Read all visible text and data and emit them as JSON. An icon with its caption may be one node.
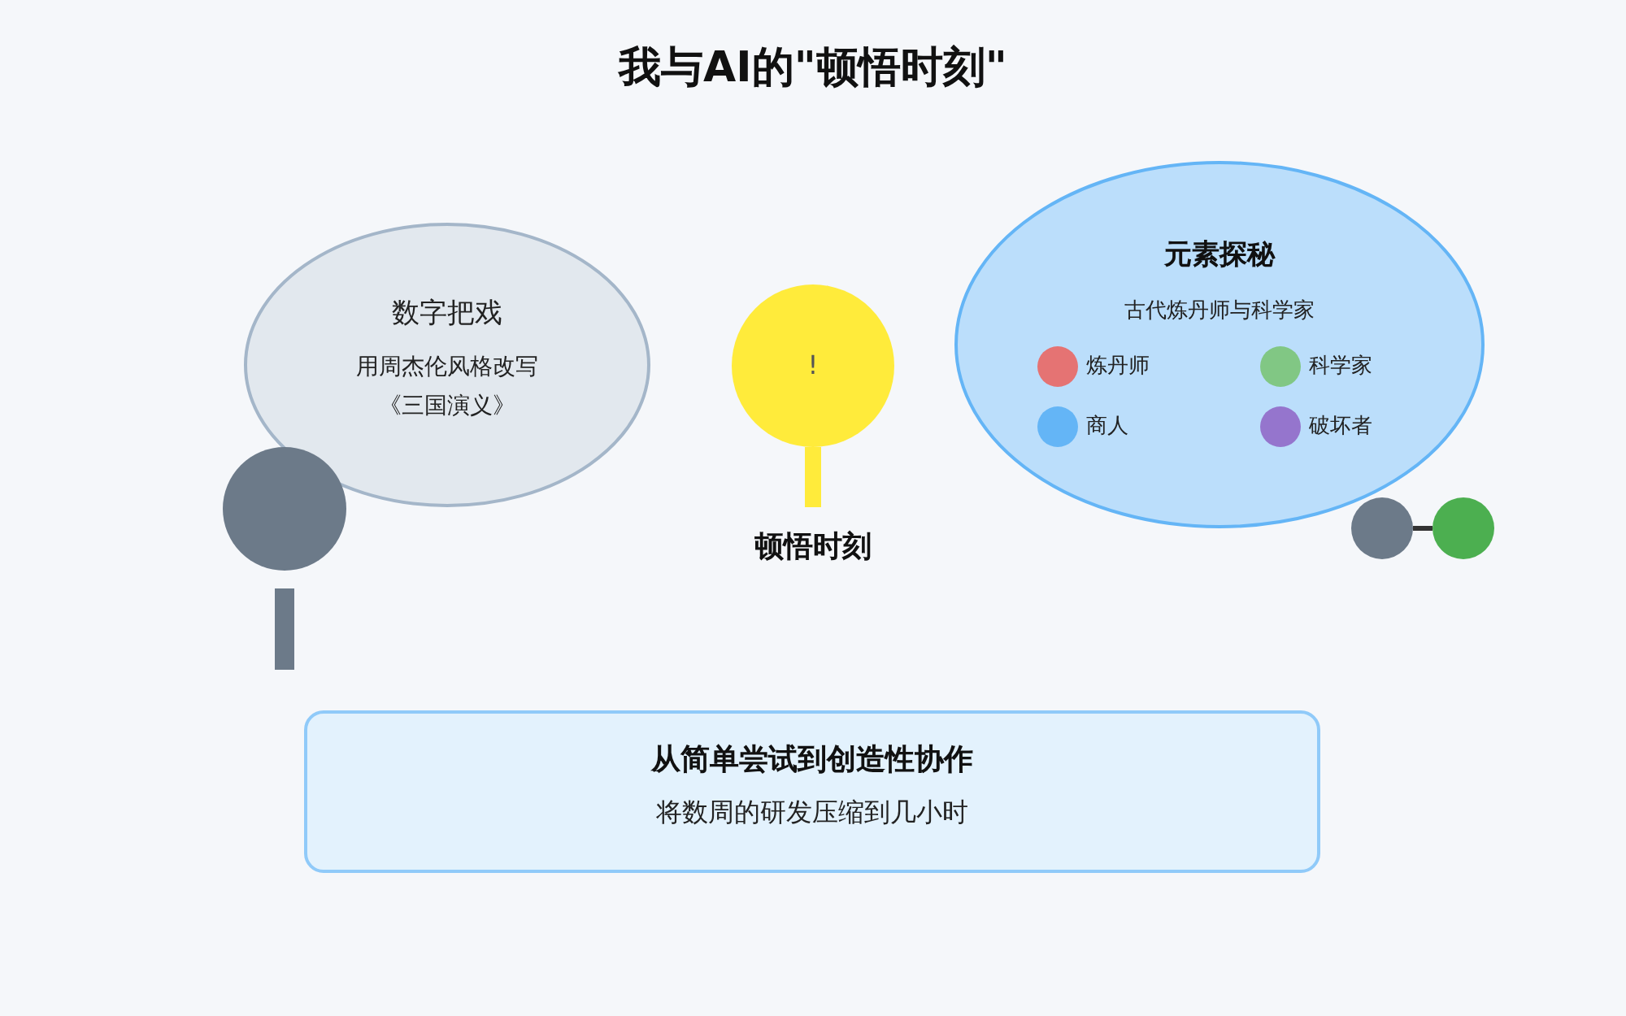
{
  "diagram": {
    "title": "我与AI的\"顿悟时刻\"",
    "nodes": [
      {
        "text": [
          "数字把戏",
          "用周杰伦风格改写《三国演义》"
        ]
      },
      {
        "text": [],
        "shape": "person"
      },
      {
        "text": [
          "!"
        ],
        "beside": [
          "顿悟时刻"
        ]
      },
      {
        "text": [
          "元素探秘",
          "古代炼丹师与科学家"
        ]
      },
      {
        "text": [],
        "shape": "circle",
        "in": 3,
        "beside": [
          "炼丹师"
        ]
      },
      {
        "text": [],
        "shape": "circle",
        "in": 3,
        "beside": [
          "科学家"
        ]
      },
      {
        "text": [],
        "shape": "circle",
        "in": 3,
        "beside": [
          "商人"
        ]
      },
      {
        "text": [],
        "shape": "circle",
        "in": 3,
        "beside": [
          "破坏者"
        ]
      },
      {
        "text": [],
        "shape": "circle"
      },
      {
        "text": [],
        "shape": "circle"
      },
      {
        "text": [
          "从简单尝试到创造性协作",
          "将数周的研发压缩到几小时"
        ]
      }
    ],
    "edges": [
      {
        "from": 8,
        "to": 9,
        "arrow": "none"
      }
    ]
  }
}
